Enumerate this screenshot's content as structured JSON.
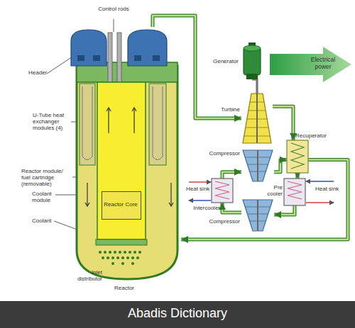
{
  "diagram": {
    "nodes": [
      {
        "text": [
          "Reactor"
        ]
      },
      {
        "text": [
          "Reactor Core"
        ],
        "in": 0
      },
      {
        "text": [
          "Generator"
        ]
      },
      {
        "text": [
          "Electrical power"
        ]
      },
      {
        "text": [
          "Turbine"
        ]
      },
      {
        "text": [
          "Recuperator"
        ]
      },
      {
        "text": [
          "Compressor"
        ]
      },
      {
        "text": [
          "Intercooler"
        ]
      },
      {
        "text": [
          "Pre cooler"
        ]
      },
      {
        "text": [
          "Compressor"
        ]
      }
    ],
    "edges": [
      {
        "from": 0,
        "to": 4,
        "arrow": "to"
      },
      {
        "from": 4,
        "to": 5,
        "arrow": "to"
      },
      {
        "from": 5,
        "to": 8,
        "arrow": "to"
      },
      {
        "from": 8,
        "to": 9,
        "arrow": "to"
      },
      {
        "from": 9,
        "to": 7,
        "arrow": "to"
      },
      {
        "from": 7,
        "to": 6,
        "arrow": "to"
      },
      {
        "from": 6,
        "to": 5,
        "arrow": "to"
      },
      {
        "from": 5,
        "to": 0,
        "arrow": "to"
      },
      {
        "from": 2,
        "to": 4,
        "arrow": "none"
      }
    ],
    "labels": [
      "Control rods",
      "Header",
      "U-Tube heat exchanger modules (4)",
      "Reactor module/ fuel cartridge (removable)",
      "Coolant module",
      "Coolant",
      "Inlet distributor",
      "Heat sink",
      "Heat sink",
      "Abadis Dictionary"
    ]
  }
}
